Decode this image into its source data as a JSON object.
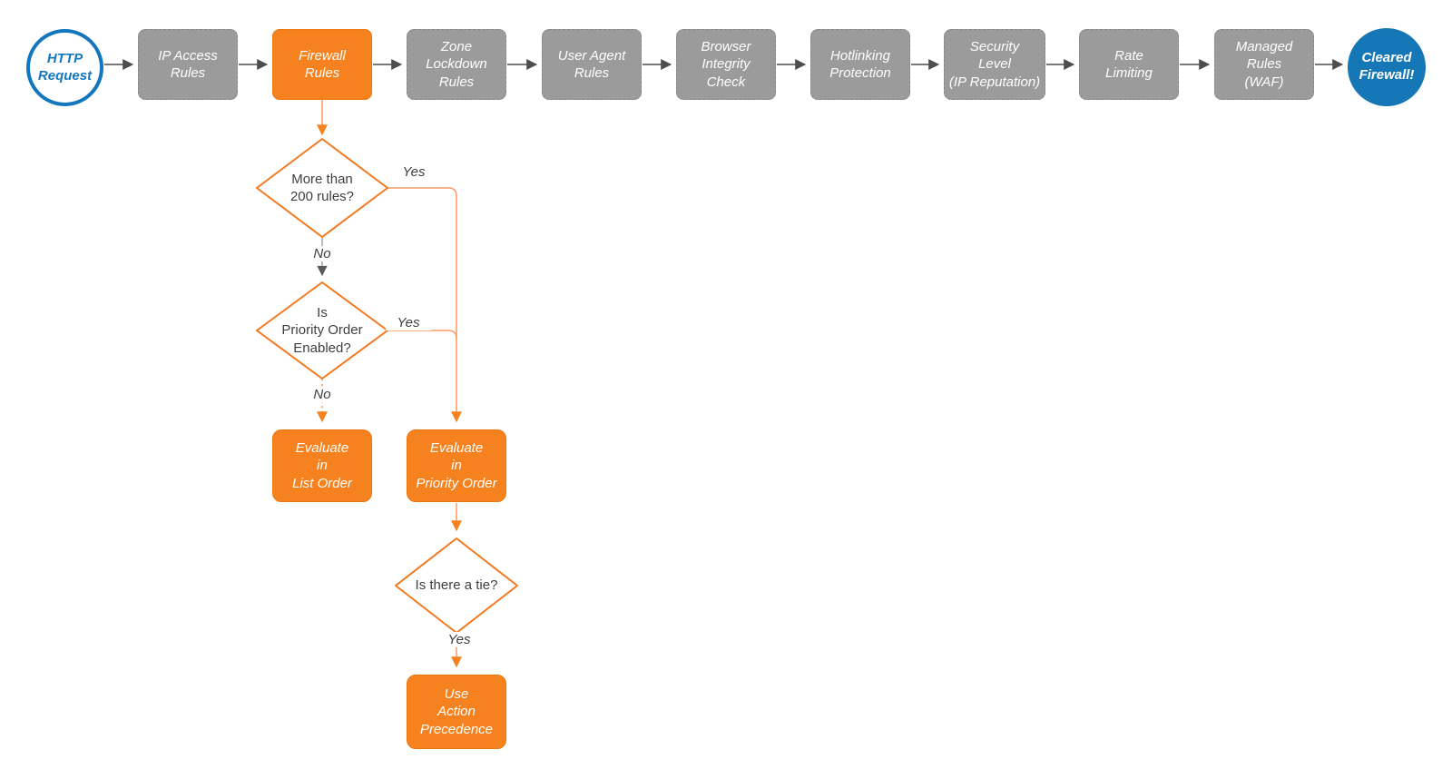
{
  "diagram": {
    "description": "Firewall HTTP request evaluation flowchart",
    "colors": {
      "accent_orange": "#F6821F",
      "process_gray": "#9B9B9B",
      "terminal_blue": "#1577B5",
      "connector_dark": "#4D4D4D",
      "connector_orange": "#F89B63",
      "text_dark": "#3F3F3F",
      "text_light": "#FFFFFF"
    },
    "nodes": {
      "start": {
        "label": "HTTP\nRequest"
      },
      "ip_access": {
        "label": "IP Access\nRules"
      },
      "firewall": {
        "label": "Firewall\nRules"
      },
      "zone_lockdown": {
        "label": "Zone\nLockdown\nRules"
      },
      "user_agent": {
        "label": "User Agent\nRules"
      },
      "browser_integrity": {
        "label": "Browser\nIntegrity\nCheck"
      },
      "hotlinking": {
        "label": "Hotlinking\nProtection"
      },
      "security_level": {
        "label": "Security\nLevel\n(IP Reputation)"
      },
      "rate_limiting": {
        "label": "Rate\nLimiting"
      },
      "managed_rules": {
        "label": "Managed\nRules\n(WAF)"
      },
      "end": {
        "label": "Cleared\nFirewall!"
      },
      "decision_rule_count": {
        "label": "More than\n200 rules?"
      },
      "decision_priority_order": {
        "label": "Is\nPriority Order\nEnabled?"
      },
      "evaluate_list_order": {
        "label": "Evaluate\nin\nList Order"
      },
      "evaluate_priority_order": {
        "label": "Evaluate\nin\nPriority Order"
      },
      "decision_tie": {
        "label": "Is there a tie?"
      },
      "use_action_precedence": {
        "label": "Use\nAction\nPrecedence"
      }
    },
    "edges": {
      "rule_count_yes": "Yes",
      "rule_count_no": "No",
      "priority_order_yes": "Yes",
      "priority_order_no": "No",
      "tie_yes": "Yes"
    }
  }
}
